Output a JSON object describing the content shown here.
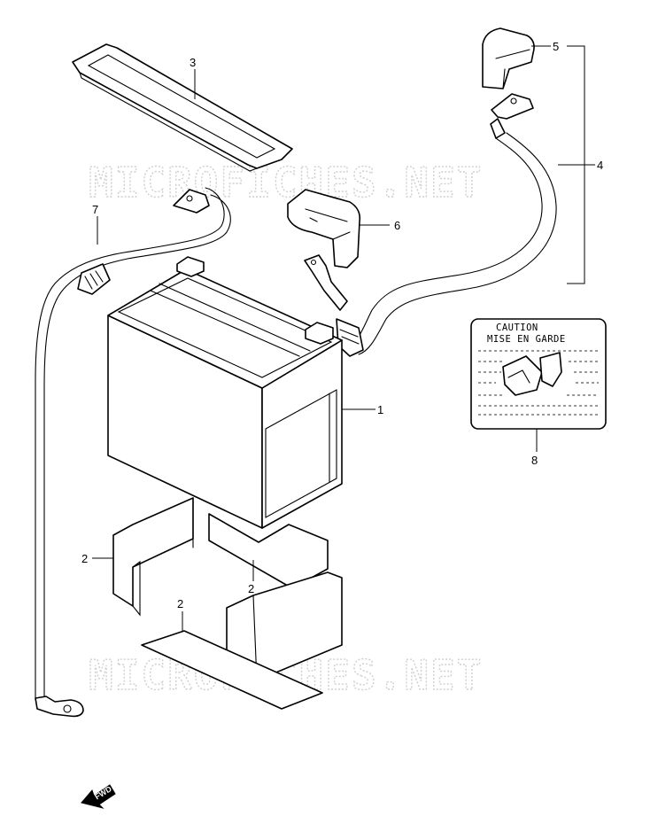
{
  "watermark": "MICROFICHES.NET",
  "callouts": {
    "c1": "1",
    "c2a": "2",
    "c2b": "2",
    "c2c": "2",
    "c3": "3",
    "c4": "4",
    "c5": "5",
    "c6": "6",
    "c7": "7",
    "c8": "8"
  },
  "caution_label": {
    "line1": "CAUTION",
    "line2": "MISE EN GARDE"
  },
  "fwd_arrow": {
    "text": "FWD",
    "icon": "fwd-arrow-icon"
  }
}
